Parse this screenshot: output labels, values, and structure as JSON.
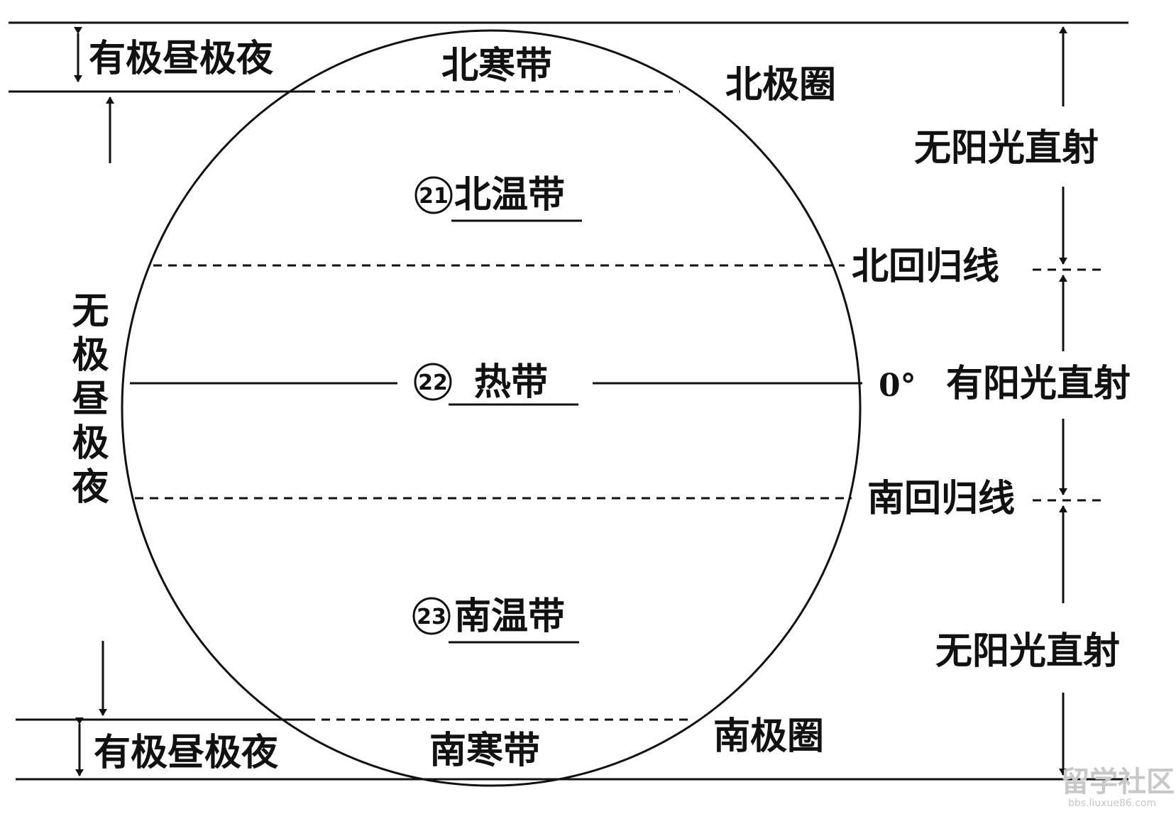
{
  "zones": {
    "north_frigid": "北寒带",
    "north_temperate": "北温带",
    "tropical": "热带",
    "south_temperate": "南温带",
    "south_frigid": "南寒带",
    "north_temperate_num": "21",
    "tropical_num": "22",
    "south_temperate_num": "23"
  },
  "lines": {
    "arctic_circle": "北极圈",
    "tropic_of_cancer": "北回归线",
    "equator": "0°",
    "tropic_of_capricorn": "南回归线",
    "antarctic_circle": "南极圈"
  },
  "left_labels": {
    "top_polar": "有极昼极夜",
    "middle": "无极昼极夜",
    "bottom_polar": "有极昼极夜"
  },
  "right_labels": {
    "top": "无阳光直射",
    "middle": "有阳光直射",
    "bottom": "无阳光直射"
  },
  "watermark": {
    "main": "留学社区",
    "url": "bbs.liuxue86.com"
  }
}
